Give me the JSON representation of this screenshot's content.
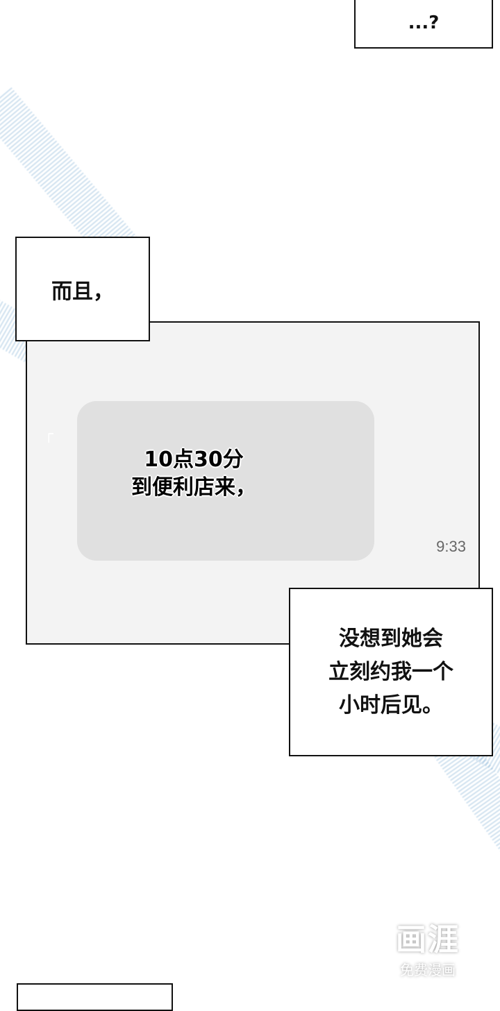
{
  "panels": {
    "top_bubble": "...?",
    "narration_1": "而且，",
    "phone_message": [
      "10点30分",
      "到便利店来，"
    ],
    "phone_time": "9:33",
    "phone_side_glyph": "ᄂ",
    "narration_2": [
      "没想到她会",
      "立刻约我一个",
      "小时后见。"
    ]
  },
  "watermark": {
    "logo": "画涯",
    "tagline": "免费漫画"
  }
}
